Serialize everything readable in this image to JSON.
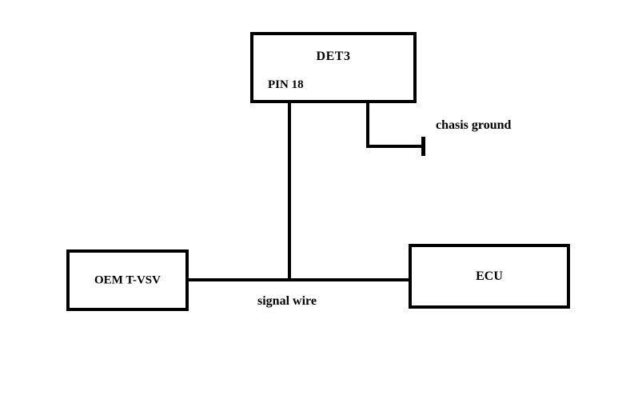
{
  "diagram": {
    "boxes": {
      "det3": {
        "label": "DET3",
        "pin_label": "PIN 18"
      },
      "oem_tvsv": {
        "label": "OEM T-VSV"
      },
      "ecu": {
        "label": "ECU"
      }
    },
    "labels": {
      "chasis_ground": "chasis ground",
      "signal_wire": "signal wire"
    },
    "colors": {
      "line": "#000000",
      "background": "#ffffff",
      "text": "#000000"
    }
  }
}
